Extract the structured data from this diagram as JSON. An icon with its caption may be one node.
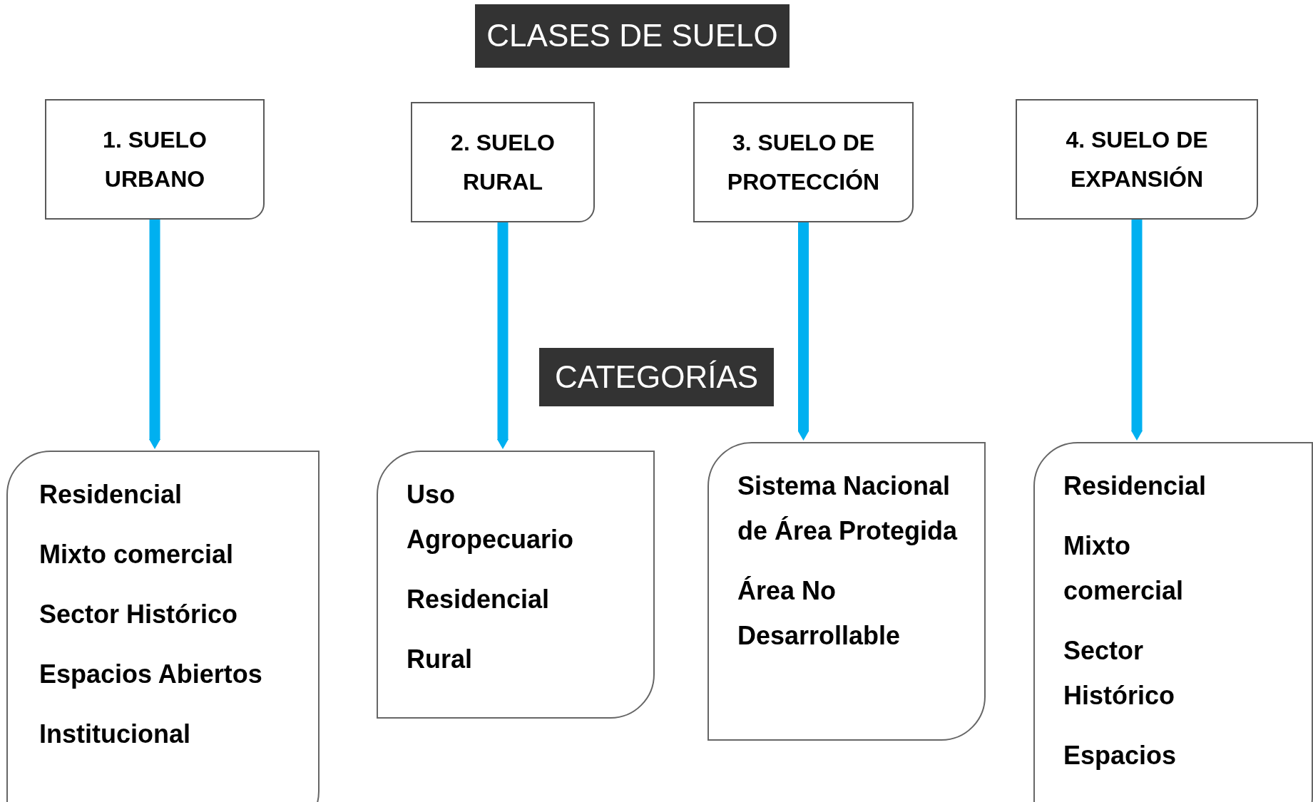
{
  "diagram": {
    "nodes": [
      {
        "text": [
          "CLASES DE SUELO"
        ]
      },
      {
        "text": [
          "1. SUELO URBANO"
        ]
      },
      {
        "text": [
          "2. SUELO RURAL"
        ]
      },
      {
        "text": [
          "3. SUELO DE PROTECCIÓN"
        ]
      },
      {
        "text": [
          "4. SUELO DE EXPANSIÓN"
        ]
      },
      {
        "text": [
          "CATEGORÍAS"
        ]
      },
      {
        "text": [
          "Residencial",
          "Mixto comercial",
          "Sector Histórico",
          "Espacios Abiertos",
          "Institucional"
        ]
      },
      {
        "text": [
          "Uso Agropecuario",
          "Residencial",
          "Rural"
        ]
      },
      {
        "text": [
          "Sistema Nacional de Área Protegida",
          "Área No Desarrollable"
        ]
      },
      {
        "text": [
          "Residencial",
          "Mixto comercial",
          "Sector Histórico",
          "Espacios"
        ]
      }
    ],
    "edges": [
      {
        "from": 1,
        "to": 6,
        "arrow": "to"
      },
      {
        "from": 2,
        "to": 7,
        "arrow": "to"
      },
      {
        "from": 3,
        "to": 8,
        "arrow": "to"
      },
      {
        "from": 4,
        "to": 9,
        "arrow": "to"
      }
    ]
  }
}
